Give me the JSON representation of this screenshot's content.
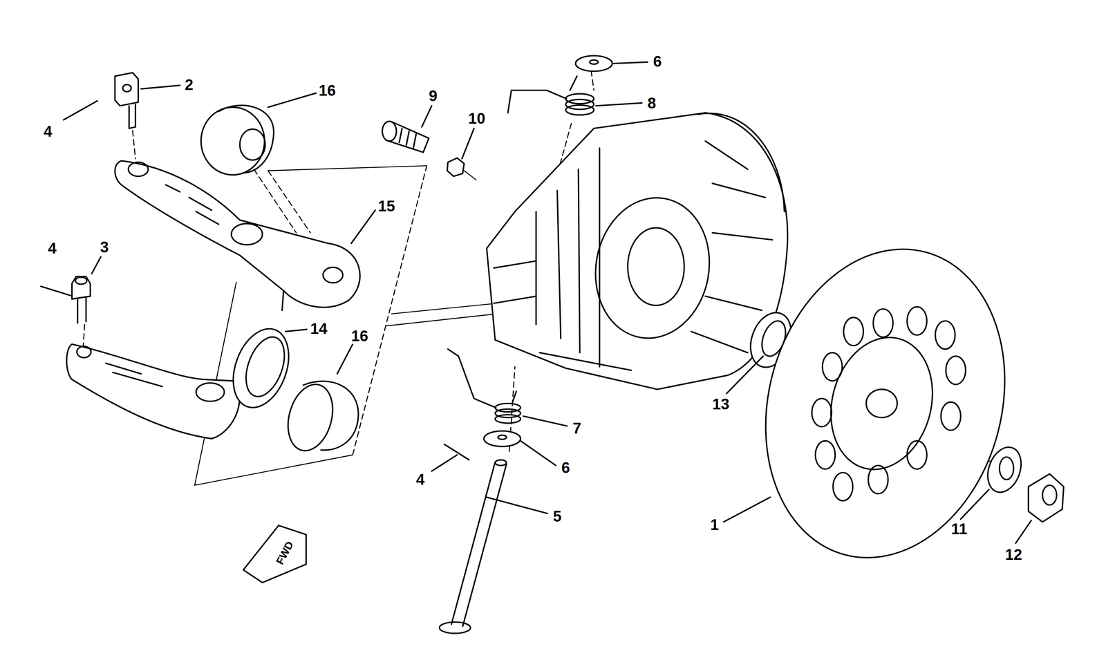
{
  "diagram": {
    "labels": [
      "2",
      "4",
      "16",
      "9",
      "10",
      "6",
      "8",
      "15",
      "4",
      "3",
      "14",
      "16",
      "13",
      "7",
      "6",
      "4",
      "5",
      "1",
      "11",
      "12",
      "FWD"
    ]
  }
}
